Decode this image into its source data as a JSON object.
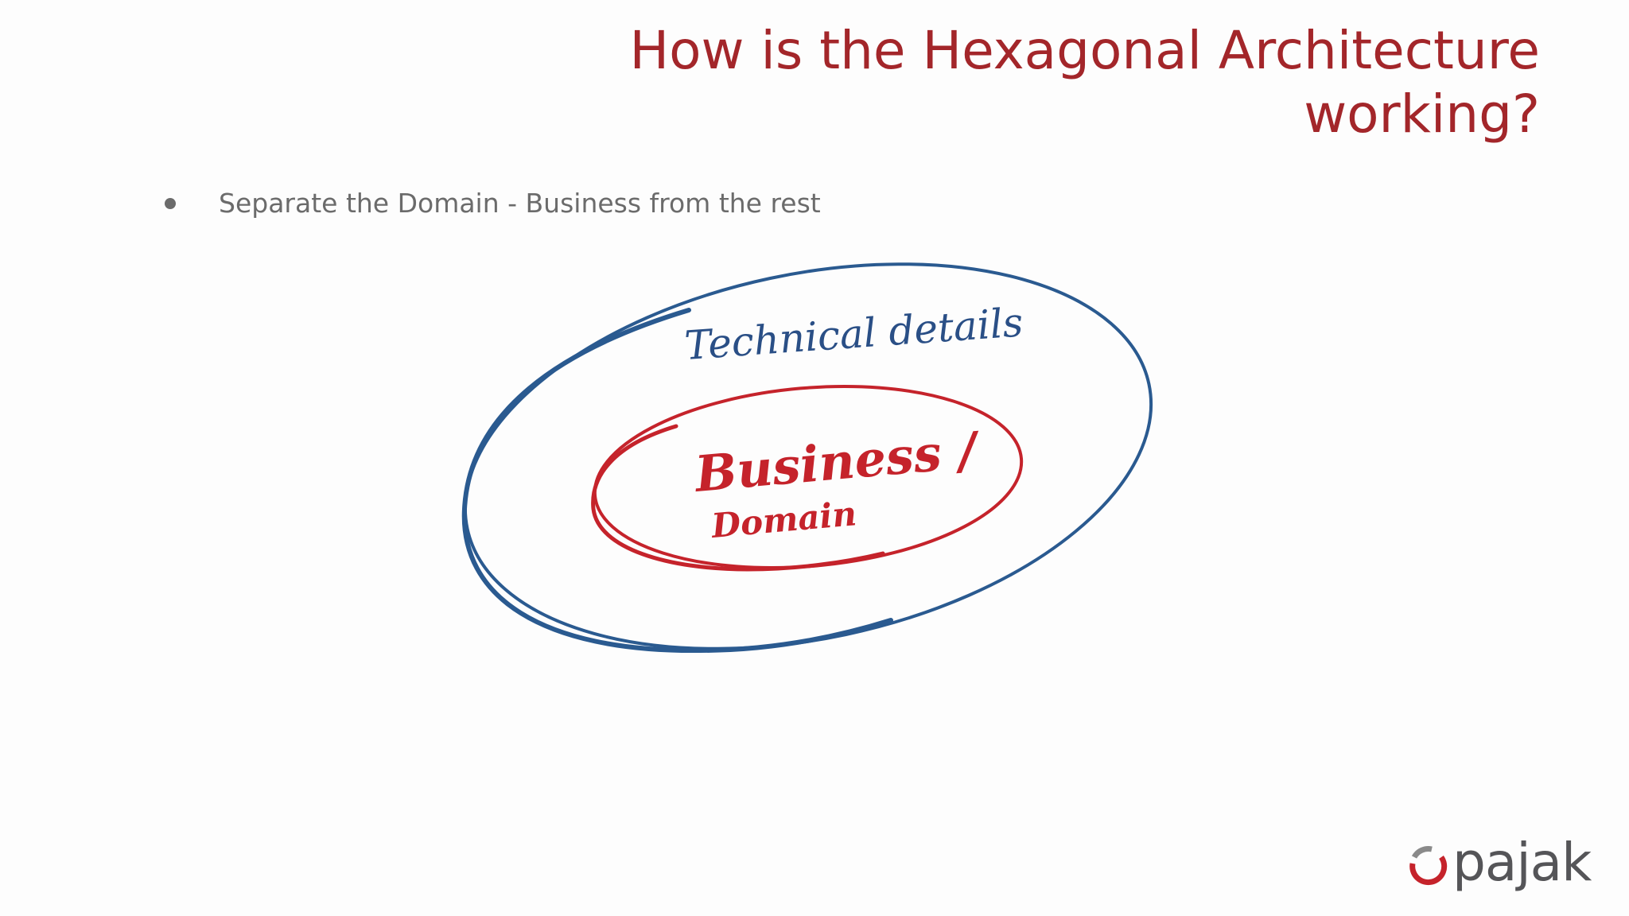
{
  "slide": {
    "title_line1": "How is the Hexagonal Architecture",
    "title_line2": "working?",
    "bullets": [
      "Separate the Domain - Business from the rest"
    ]
  },
  "diagram": {
    "outer_label": "Technical details",
    "inner_label_line1": "Business /",
    "inner_label_line2": "Domain",
    "outer_color": "#2a5a90",
    "inner_color": "#c5232b"
  },
  "logo": {
    "text": "pajak",
    "icon": "pajak-logo-mark-icon"
  }
}
